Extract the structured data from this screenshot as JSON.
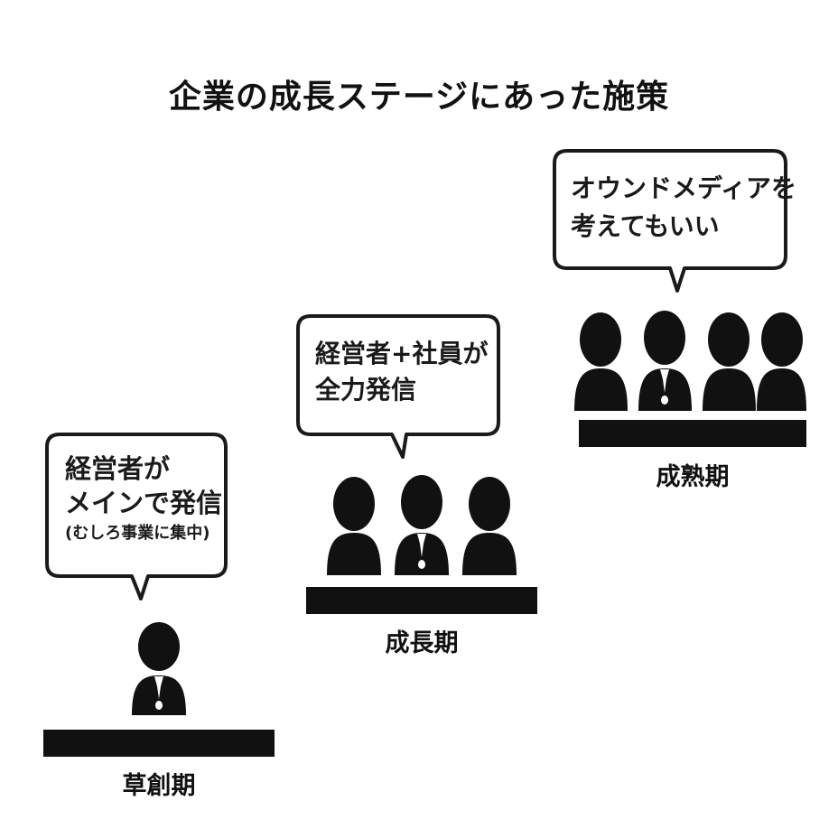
{
  "title": "企業の成長ステージにあった施策",
  "stages": [
    {
      "label": "草創期",
      "bubble_lines": [
        "経営者が",
        "メインで発信"
      ],
      "bubble_note": "(むしろ事業に集中)",
      "people": 1
    },
    {
      "label": "成長期",
      "bubble_lines": [
        "経営者+社員が",
        "全力発信"
      ],
      "people": 3
    },
    {
      "label": "成熟期",
      "bubble_lines": [
        "オウンドメディアを",
        "考えてもいい"
      ],
      "people": 4
    }
  ],
  "colors": {
    "ink": "#111111",
    "bubble_border": "#1a1a1a",
    "background": "#ffffff"
  }
}
